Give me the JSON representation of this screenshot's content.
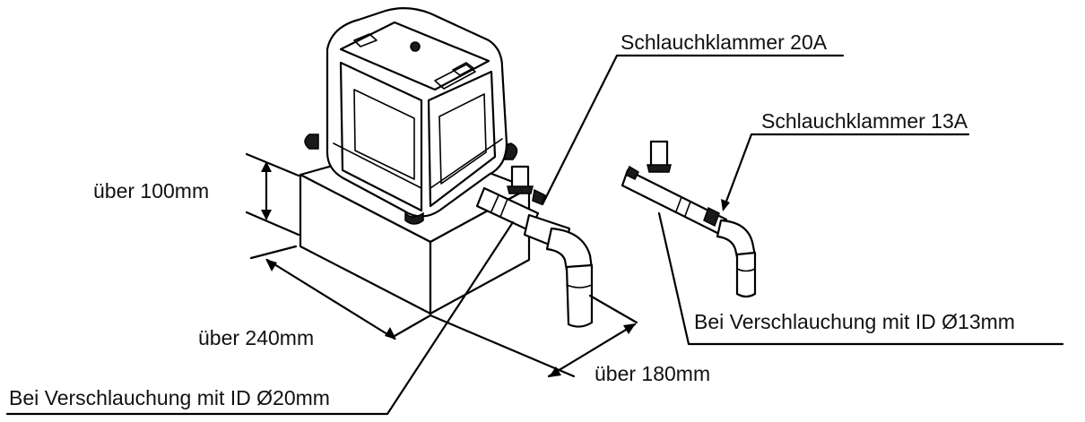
{
  "labels": {
    "clamp_20a": "Schlauchklammer 20A",
    "clamp_13a": "Schlauchklammer 13A",
    "height_min": "über 100mm",
    "width_min": "über 240mm",
    "depth_min": "über 180mm",
    "hose_13": "Bei Verschlauchung mit ID Ø13mm",
    "hose_20": "Bei Verschlauchung mit ID Ø20mm"
  }
}
